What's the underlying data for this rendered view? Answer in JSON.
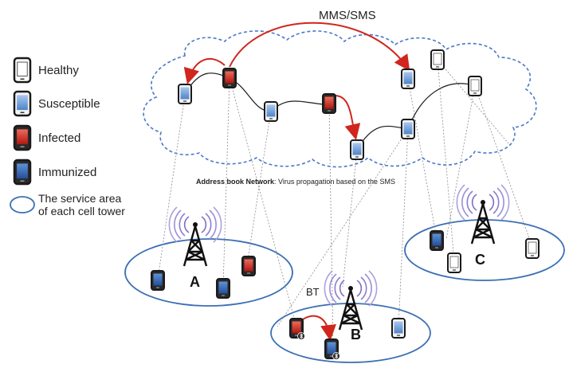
{
  "title": "MMS/SMS",
  "legend": {
    "healthy": "Healthy",
    "susceptible": "Susceptible",
    "infected": "Infected",
    "immunized": "Immunized",
    "service_area_line1": "The service area",
    "service_area_line2": "of each cell tower"
  },
  "network_caption": {
    "bold": "Address book Network",
    "rest": ": Virus propagation based on the SMS"
  },
  "bt_label": "BT",
  "towers": {
    "a": "A",
    "b": "B",
    "c": "C"
  },
  "colors": {
    "healthy": "#ffffff",
    "susceptible": "#6f9fd8",
    "infected": "#d8241c",
    "immunized": "#3c78c0",
    "arrow": "#d0261e",
    "cloud_outline": "#4a78c8",
    "cell_outline": "#3c6fb4"
  }
}
